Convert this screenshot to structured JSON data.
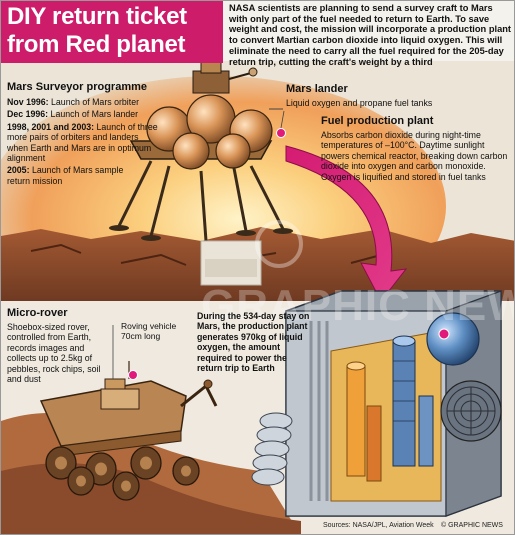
{
  "title": {
    "line1": "DIY return ticket",
    "line2": "from Red planet"
  },
  "intro": "NASA scientists are planning to send a survey craft to Mars with only part of the fuel needed to return to Earth. To save weight and cost, the mission will incorporate a production plant to convert Martian carbon dioxide into liquid oxygen. This will eliminate the need to carry all the fuel required for the 205-day return trip, cutting the craft's weight by a third",
  "surveyor": {
    "title": "Mars Surveyor programme",
    "items": [
      {
        "date": "Nov 1996:",
        "text": "Launch of Mars orbiter"
      },
      {
        "date": "Dec 1996:",
        "text": "Launch of Mars lander"
      },
      {
        "date": "1998, 2001 and 2003:",
        "text": "Launch of three more pairs of orbiters and landers when Earth and Mars are in optimum alignment"
      },
      {
        "date": "2005:",
        "text": "Launch of Mars sample return mission"
      }
    ]
  },
  "lander": {
    "title": "Mars lander",
    "text": "Liquid oxygen and propane fuel tanks"
  },
  "plant": {
    "title": "Fuel production plant",
    "text": "Absorbs carbon dioxide during night-time temperatures of –100°C. Daytime sunlight powers chemical reactor, breaking down carbon dioxide into oxygen and carbon monoxide. Oxygen is liquified and stored in fuel tanks"
  },
  "rover": {
    "title": "Micro-rover",
    "text": "Shoebox-sized rover, controlled from Earth, records images and collects up to 2.5kg of pebbles, rock chips, soil and dust",
    "vehicle_label": "Roving vehicle 70cm long"
  },
  "stay": "During the 534-day stay on Mars, the production plant generates 970kg of liquid oxygen, the amount required to power the return trip to Earth",
  "watermark": "GRAPHIC NEWS",
  "sources": "Sources: NASA/JPL, Aviation Week",
  "credit": "© GRAPHIC NEWS",
  "colors": {
    "accent": "#cd1c6a",
    "sky": "#f2a65a",
    "ground": "#8a4a2c"
  }
}
